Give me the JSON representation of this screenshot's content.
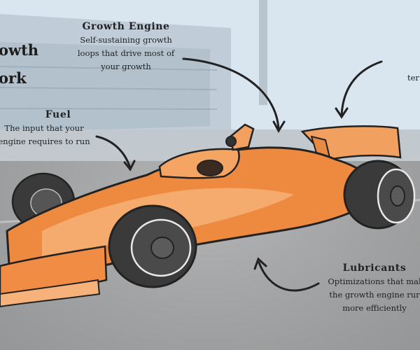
{
  "title": {
    "line1": "owth",
    "line2": "ork"
  },
  "labels": {
    "growth_engine": {
      "heading": "Growth Engine",
      "lines": [
        "Self-sustaining growth",
        "loops that drive most of",
        "your growth"
      ]
    },
    "fuel": {
      "heading": "Fuel",
      "lines": [
        "The input that your",
        "engine requires to run"
      ]
    },
    "lubricants": {
      "heading": "Lubricants",
      "lines": [
        "Optimizations that mal",
        "the growth engine rur",
        "more efficiently"
      ]
    },
    "right_fragment": "ter"
  },
  "colors": {
    "car_orange": "#ee8a3f",
    "car_light": "#f6b27a",
    "tire": "#333333",
    "ink": "#222222"
  }
}
